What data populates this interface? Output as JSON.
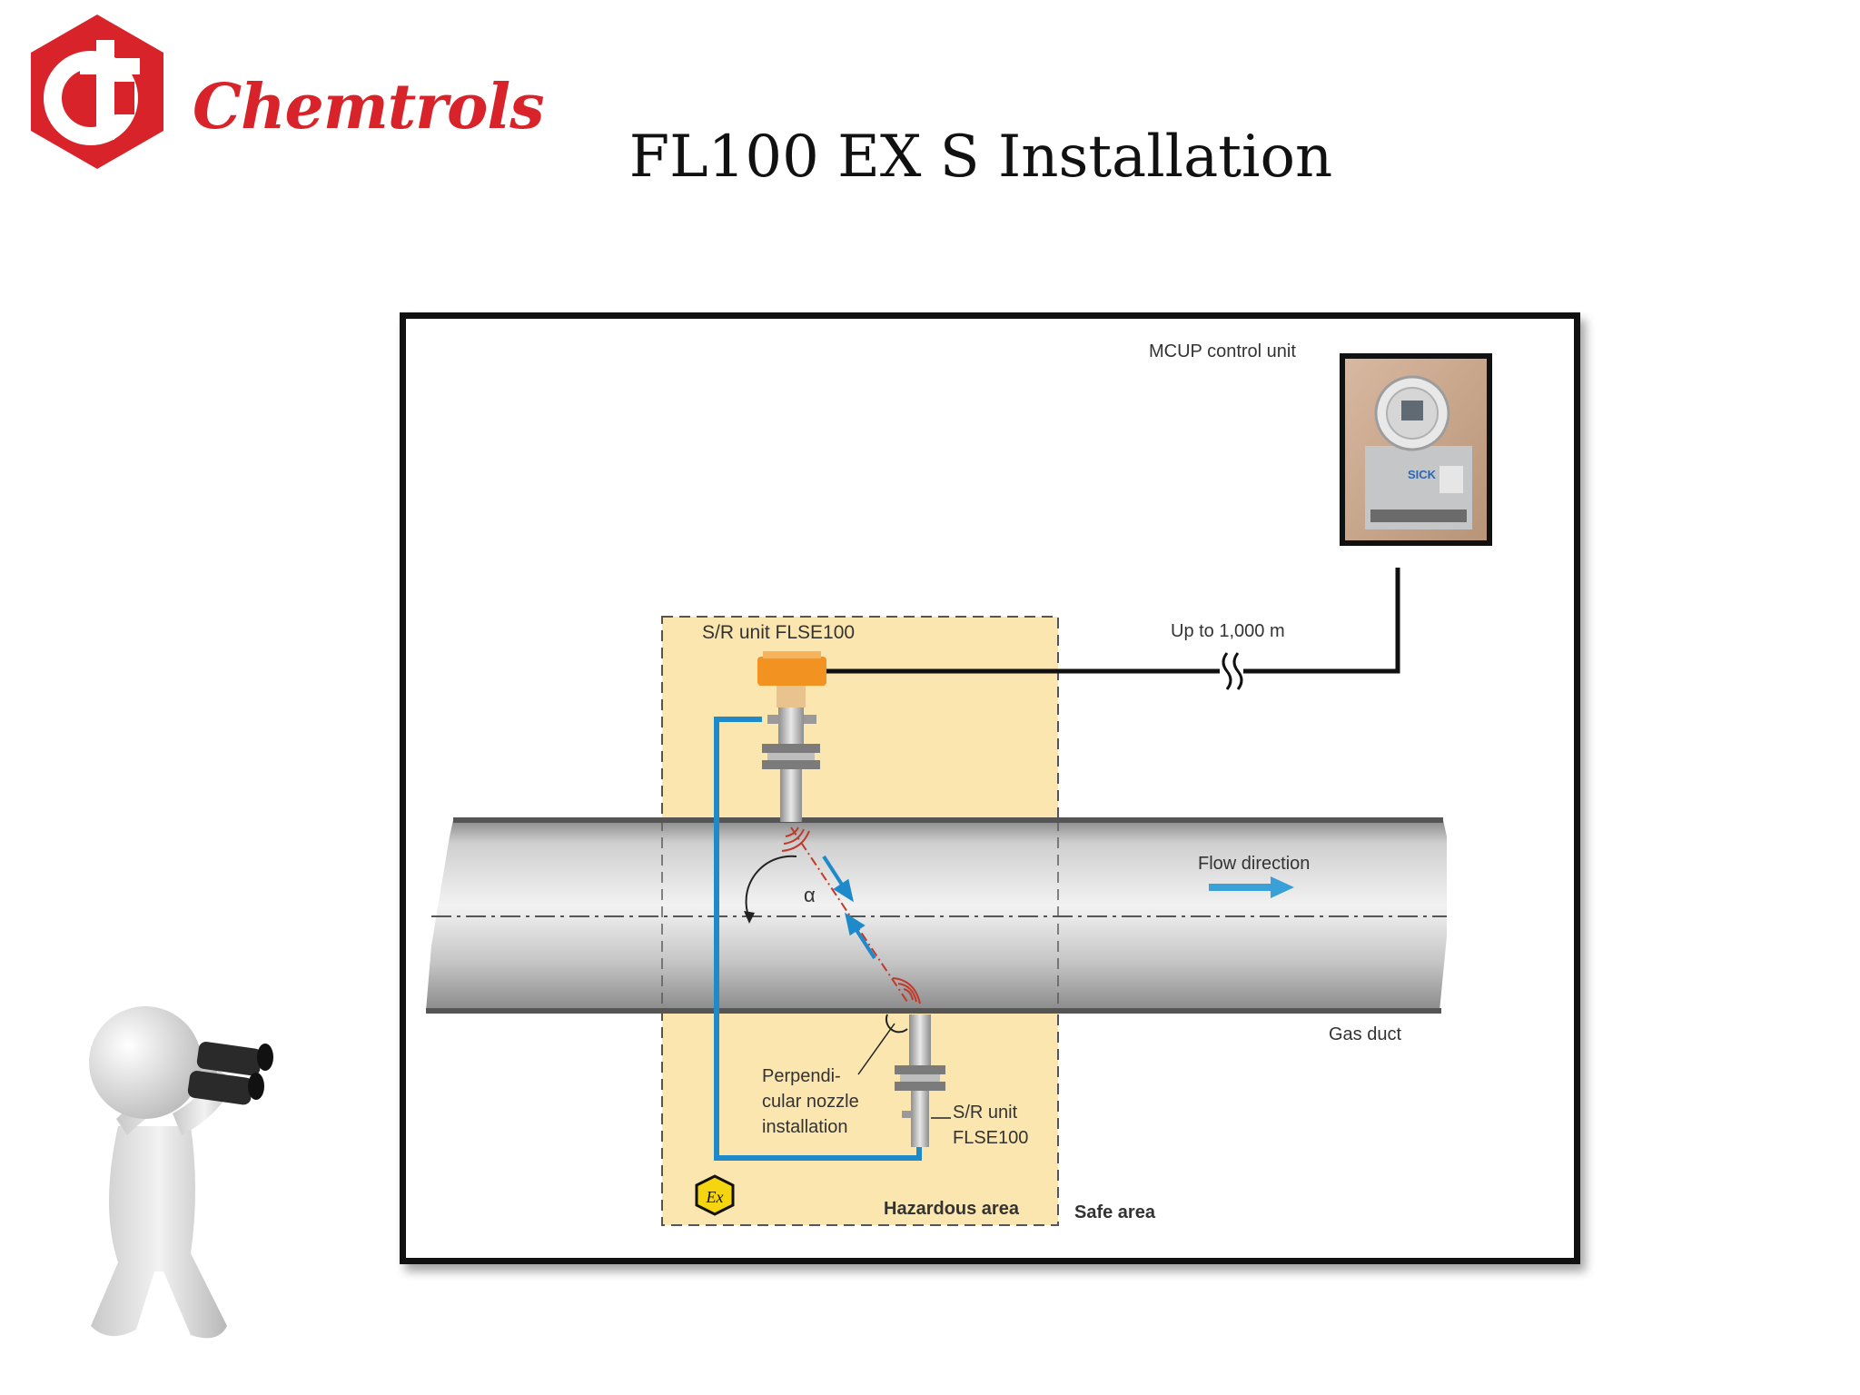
{
  "brand": {
    "name": "Chemtrols",
    "colors": {
      "primary": "#d9232a"
    }
  },
  "title": "FL100 EX S Installation",
  "diagram": {
    "labels": {
      "control_unit": "MCUP control unit",
      "cable_length": "Up to 1,000 m",
      "sr_unit_top": "S/R unit FLSE100",
      "flow_direction": "Flow direction",
      "angle": "α",
      "gas_duct": "Gas duct",
      "nozzle_line1": "Perpendi-",
      "nozzle_line2": "cular nozzle",
      "nozzle_line3": "installation",
      "sr_unit_bottom_line1": "S/R unit",
      "sr_unit_bottom_line2": "FLSE100",
      "hazardous_area": "Hazardous area",
      "safe_area": "Safe area",
      "ex_mark": "Ex",
      "device_brand": "SICK"
    },
    "colors": {
      "hazard_zone": "#fbe6b0",
      "purge_line": "#1f8ac9",
      "flow_arrow": "#3aa0d8",
      "sensor_head": "#f29220",
      "signal": "#c0392b",
      "duct": "#c9c9c9"
    },
    "icons": [
      "ex-hazard-icon",
      "binoculars-figure-icon"
    ]
  }
}
